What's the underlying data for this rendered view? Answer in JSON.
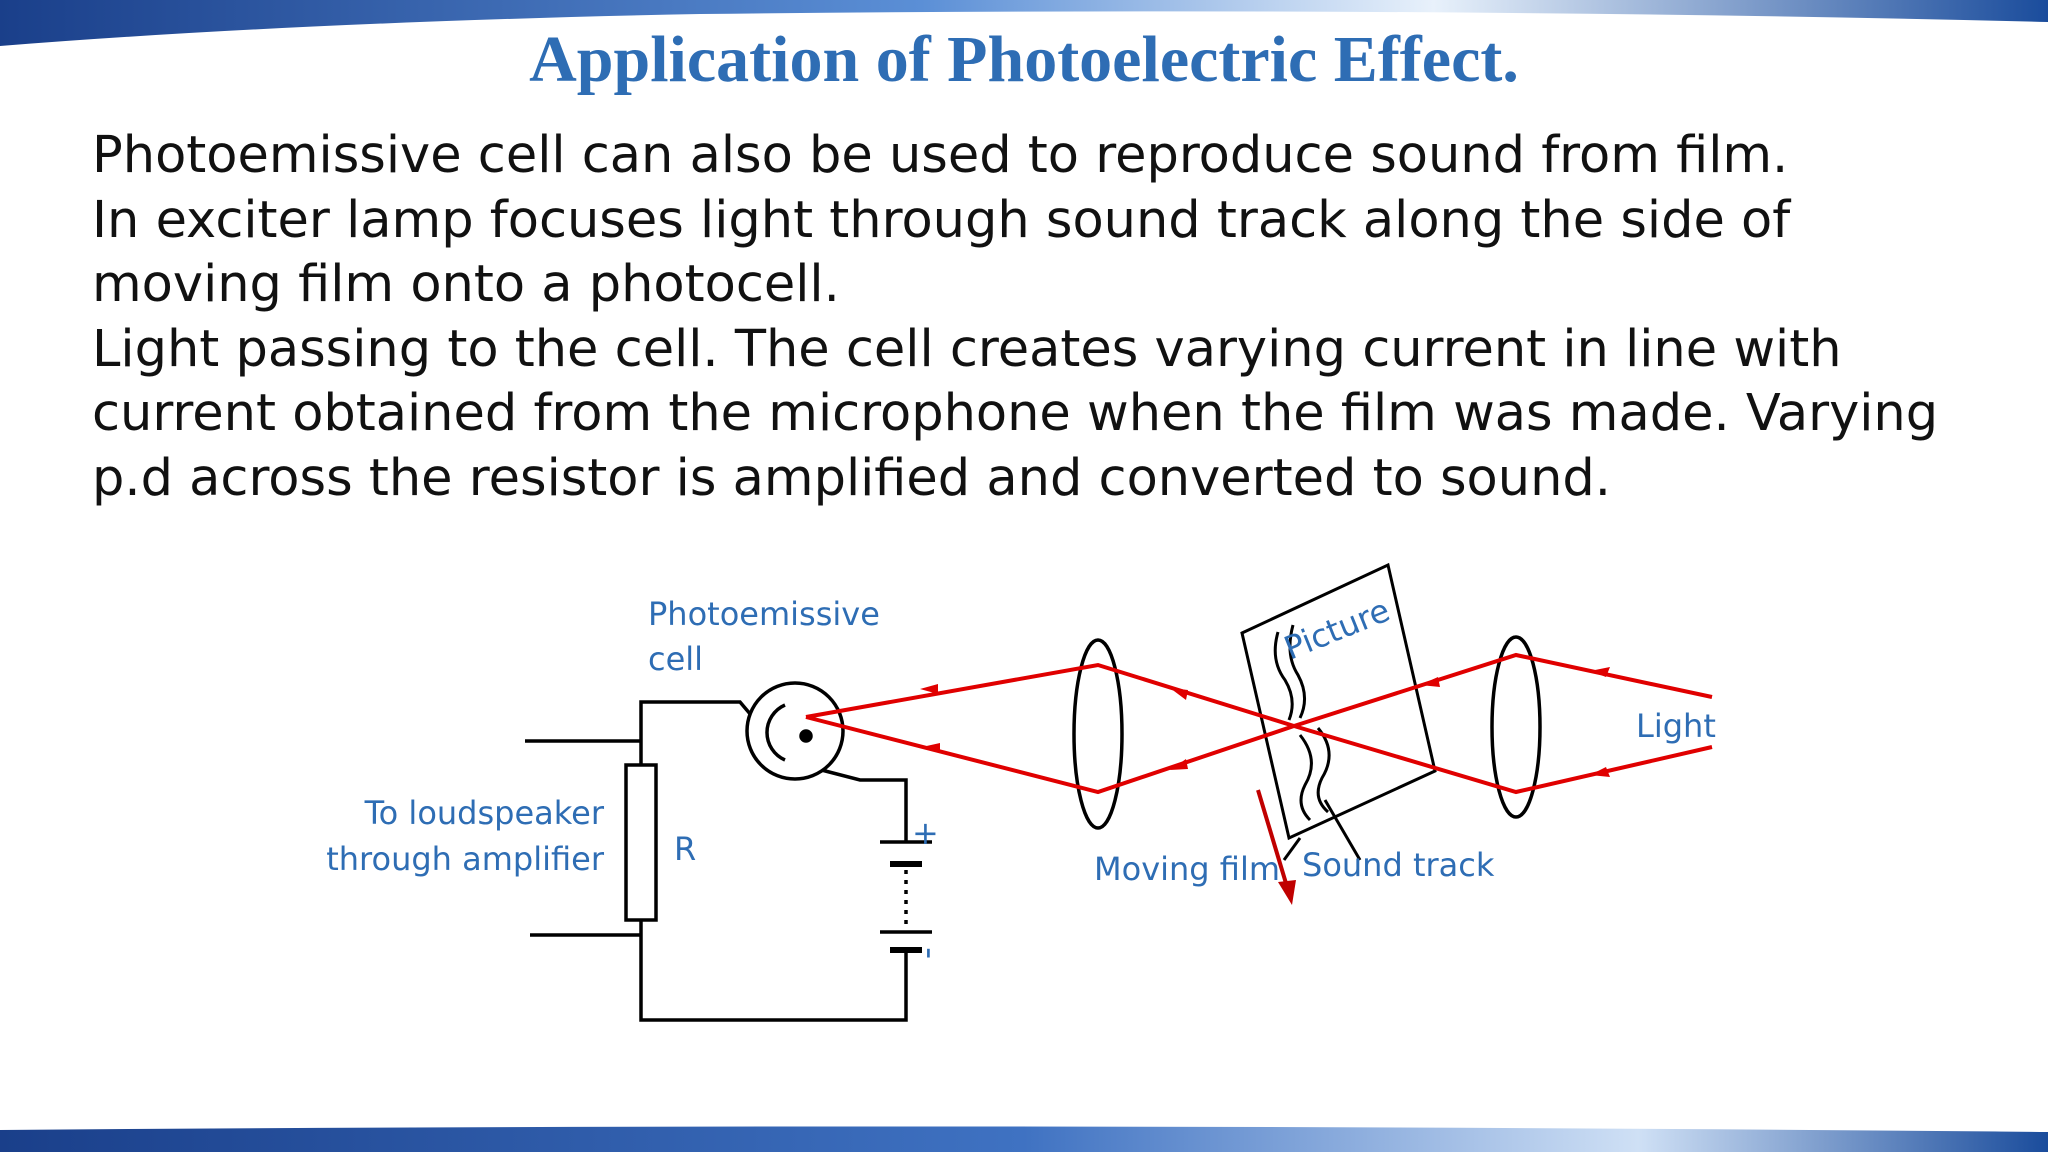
{
  "slide": {
    "title": "Application of Photoelectric Effect.",
    "paragraphs": [
      "Photoemissive cell can also be used to reproduce sound from film.",
      "In exciter lamp focuses light through sound track along the side of moving film onto a photocell.",
      "Light passing to the cell. The cell creates varying current in line with current obtained from the microphone when the film was made. Varying p.d across the resistor is amplified and converted to sound."
    ]
  },
  "diagram": {
    "labels": {
      "photo_cell_line1": "Photoemissive",
      "photo_cell_line2": "cell",
      "loudspeaker_line1": "To loudspeaker",
      "loudspeaker_line2": "through amplifier",
      "resistor": "R",
      "picture": "Picture",
      "light": "Light",
      "moving_film": "Moving film",
      "sound_track": "Sound track",
      "battery_plus": "+",
      "battery_minus": "'"
    }
  },
  "colors": {
    "title": "#2e6db4",
    "label": "#2e6db4",
    "light_ray": "#e00000",
    "wire": "#000000",
    "band": "#1f4f96"
  }
}
